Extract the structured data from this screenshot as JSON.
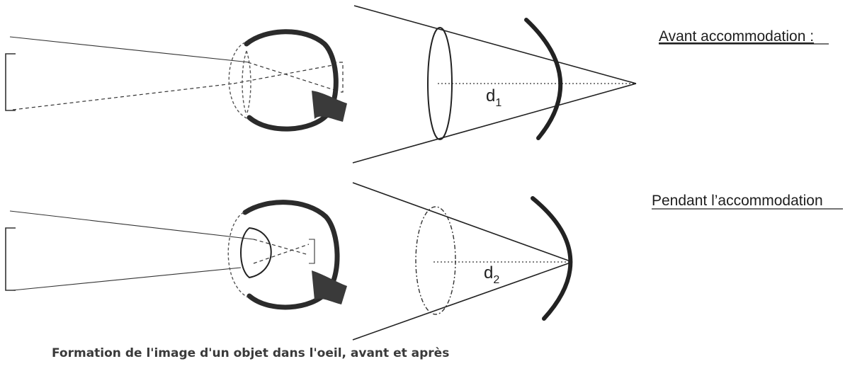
{
  "labels": {
    "before": "Avant accommodation :",
    "during": "Pendant l’accommodation",
    "distance1_main": "d",
    "distance1_sub": "1",
    "distance2_main": "d",
    "distance2_sub": "2"
  },
  "caption": "Formation de l'image d'un objet dans l'oeil, avant et après"
}
